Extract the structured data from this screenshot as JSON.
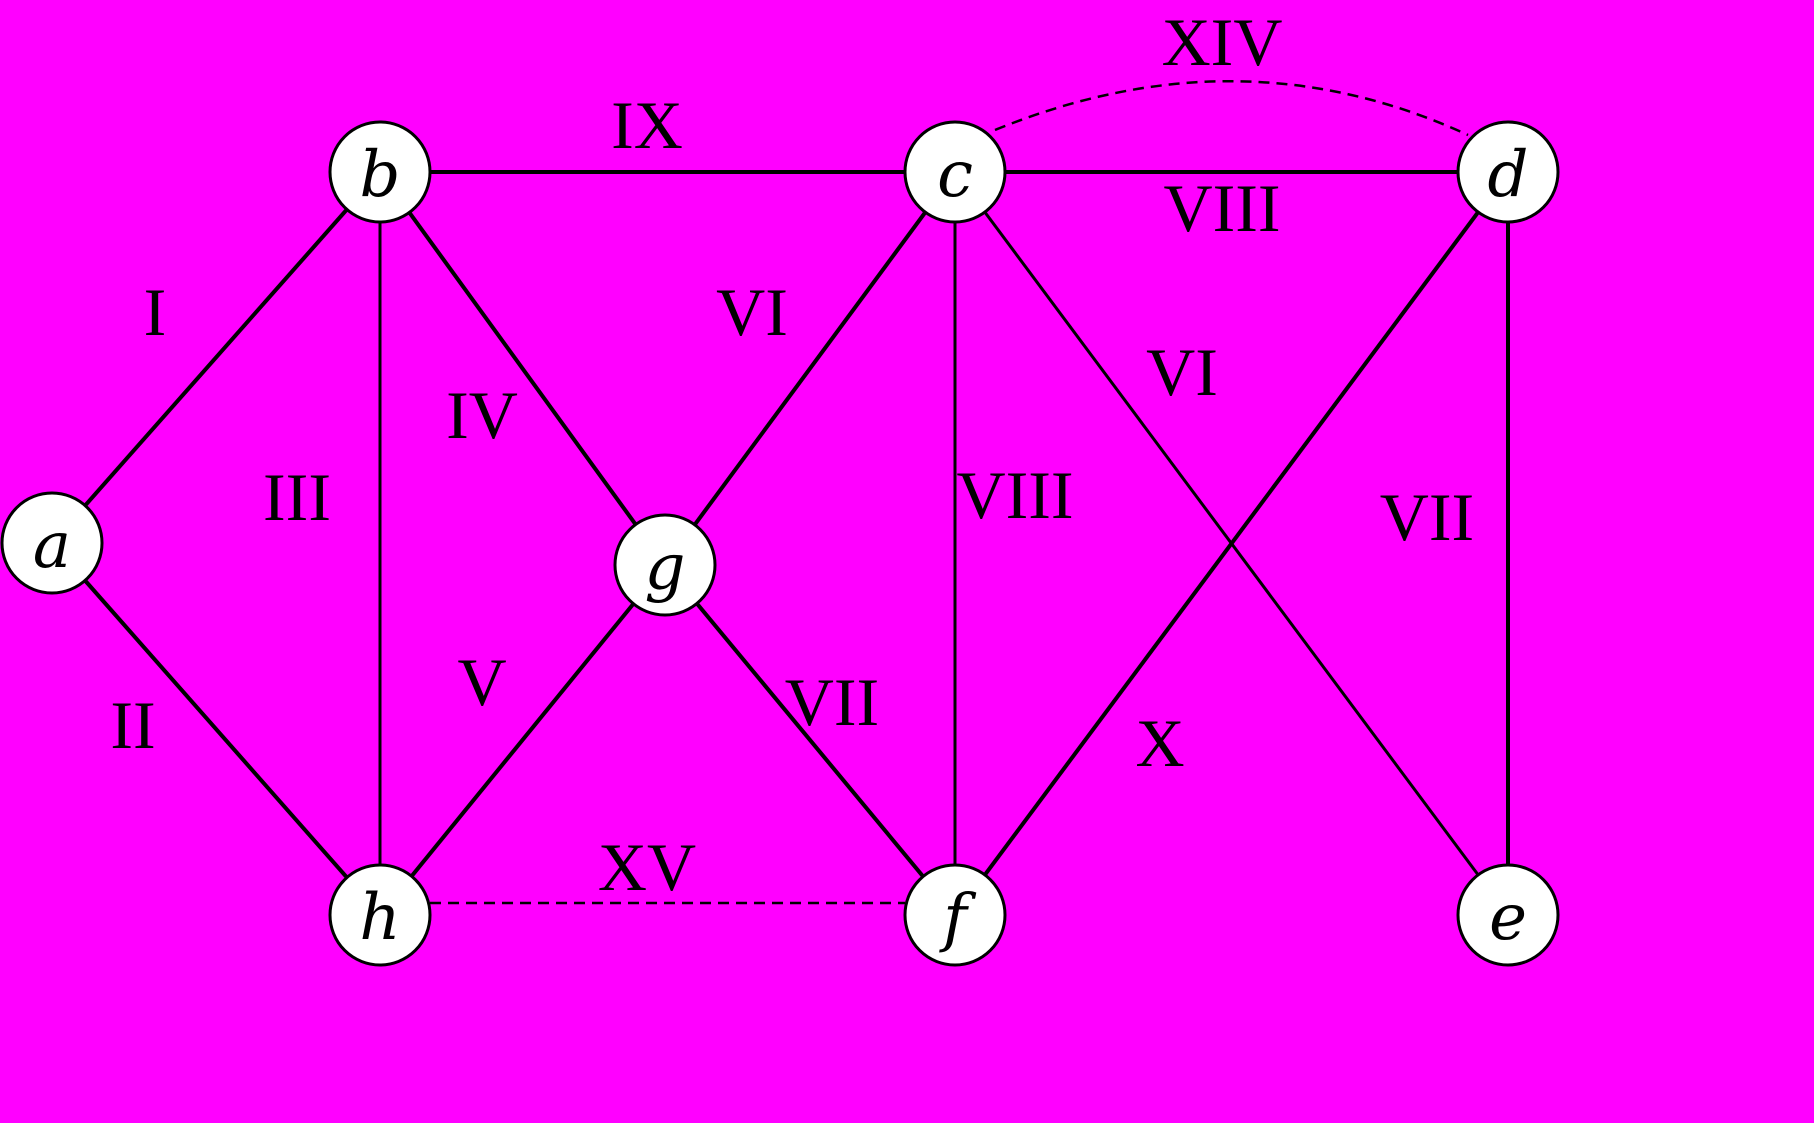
{
  "colors": {
    "background": "#ff00ff",
    "node_fill": "#ffffff",
    "ink": "#000000"
  },
  "nodes": [
    {
      "id": "a",
      "label": "a"
    },
    {
      "id": "b",
      "label": "b"
    },
    {
      "id": "c",
      "label": "c"
    },
    {
      "id": "d",
      "label": "d"
    },
    {
      "id": "e",
      "label": "e"
    },
    {
      "id": "f",
      "label": "f"
    },
    {
      "id": "g",
      "label": "g"
    },
    {
      "id": "h",
      "label": "h"
    }
  ],
  "edges": [
    {
      "from": "a",
      "to": "b",
      "label": "I",
      "style": "solid"
    },
    {
      "from": "a",
      "to": "h",
      "label": "II",
      "style": "solid"
    },
    {
      "from": "b",
      "to": "h",
      "label": "III",
      "style": "solid"
    },
    {
      "from": "b",
      "to": "g",
      "label": "IV",
      "style": "solid"
    },
    {
      "from": "g",
      "to": "h",
      "label": "V",
      "style": "solid"
    },
    {
      "from": "c",
      "to": "g",
      "label": "VI",
      "style": "solid"
    },
    {
      "from": "c",
      "to": "e",
      "label": "VI",
      "style": "solid"
    },
    {
      "from": "g",
      "to": "f",
      "label": "VII",
      "style": "solid"
    },
    {
      "from": "d",
      "to": "e",
      "label": "VII",
      "style": "solid"
    },
    {
      "from": "c",
      "to": "d",
      "label": "VIII",
      "style": "solid"
    },
    {
      "from": "c",
      "to": "f",
      "label": "VIII",
      "style": "solid"
    },
    {
      "from": "b",
      "to": "c",
      "label": "IX",
      "style": "solid"
    },
    {
      "from": "d",
      "to": "f",
      "label": "X",
      "style": "solid"
    },
    {
      "from": "c",
      "to": "d",
      "label": "XIV",
      "style": "dashed"
    },
    {
      "from": "h",
      "to": "f",
      "label": "XV",
      "style": "dashed"
    }
  ]
}
